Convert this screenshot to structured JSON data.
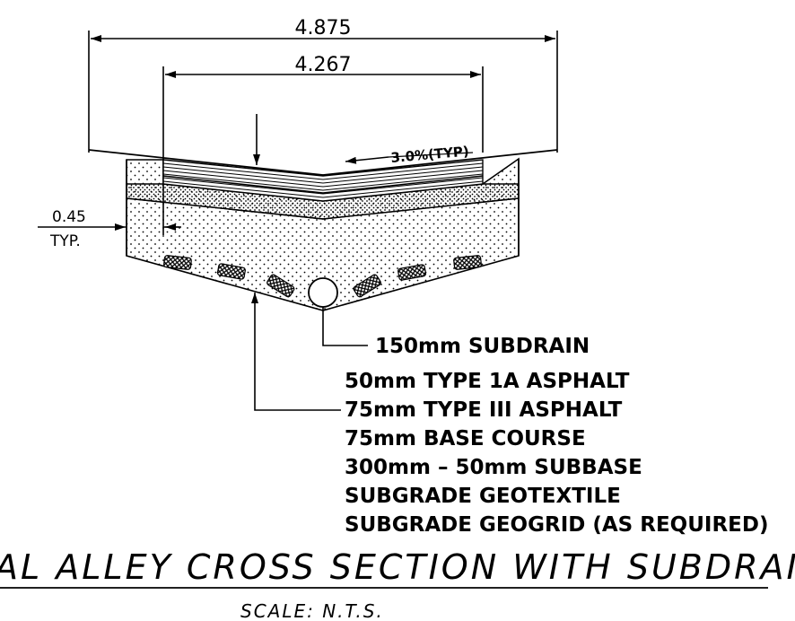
{
  "dimensions": {
    "overall_width": "4.875",
    "inner_width": "4.267",
    "offset_value": "0.45",
    "offset_note": "TYP."
  },
  "slope_label": "3.0%(TYP)",
  "callouts": {
    "subdrain": "150mm SUBDRAIN",
    "layers": [
      "50mm TYPE 1A ASPHALT",
      "75mm TYPE III ASPHALT",
      "75mm BASE COURSE",
      "300mm – 50mm SUBBASE",
      "SUBGRADE GEOTEXTILE",
      "SUBGRADE GEOGRID (AS REQUIRED)"
    ]
  },
  "title": "AL ALLEY CROSS SECTION WITH SUBDRAIN",
  "scale": "SCALE: N.T.S."
}
